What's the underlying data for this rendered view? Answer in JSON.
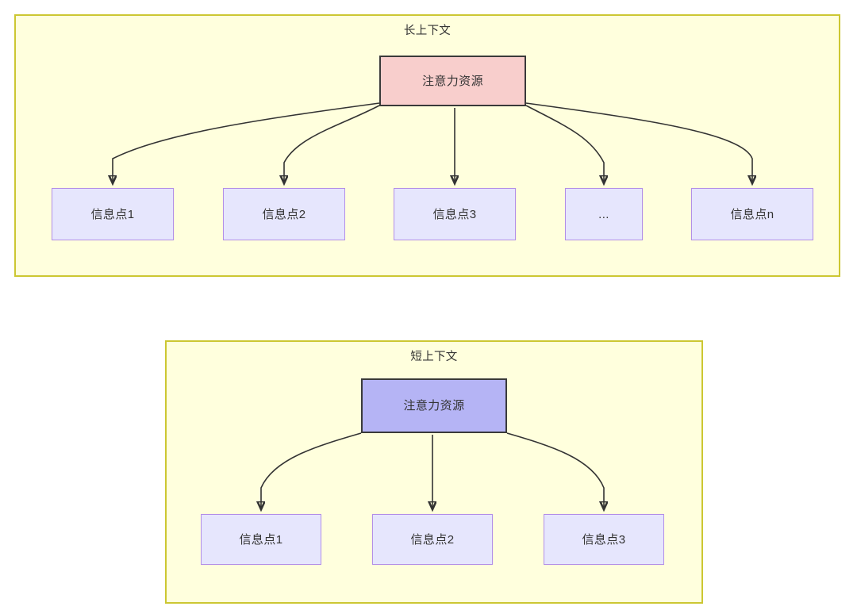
{
  "diagram": {
    "type": "flowchart",
    "panels": [
      {
        "id": "long-context",
        "title": "长上下文",
        "root": {
          "label": "注意力资源",
          "fill": "#f8cecc",
          "stroke": "#3a3a3a"
        },
        "leaves": [
          {
            "label": "信息点1"
          },
          {
            "label": "信息点2"
          },
          {
            "label": "信息点3"
          },
          {
            "label": "..."
          },
          {
            "label": "信息点n"
          }
        ],
        "panel_fill": "#ffffdd",
        "panel_stroke": "#ccc732"
      },
      {
        "id": "short-context",
        "title": "短上下文",
        "root": {
          "label": "注意力资源",
          "fill": "#b5b4f5",
          "stroke": "#3a3a3a"
        },
        "leaves": [
          {
            "label": "信息点1"
          },
          {
            "label": "信息点2"
          },
          {
            "label": "信息点3"
          }
        ],
        "panel_fill": "#ffffdd",
        "panel_stroke": "#ccc732"
      }
    ],
    "edge_color": "#333333",
    "leaf_fill": "#e6e6fd",
    "leaf_stroke": "#b28ee8"
  }
}
